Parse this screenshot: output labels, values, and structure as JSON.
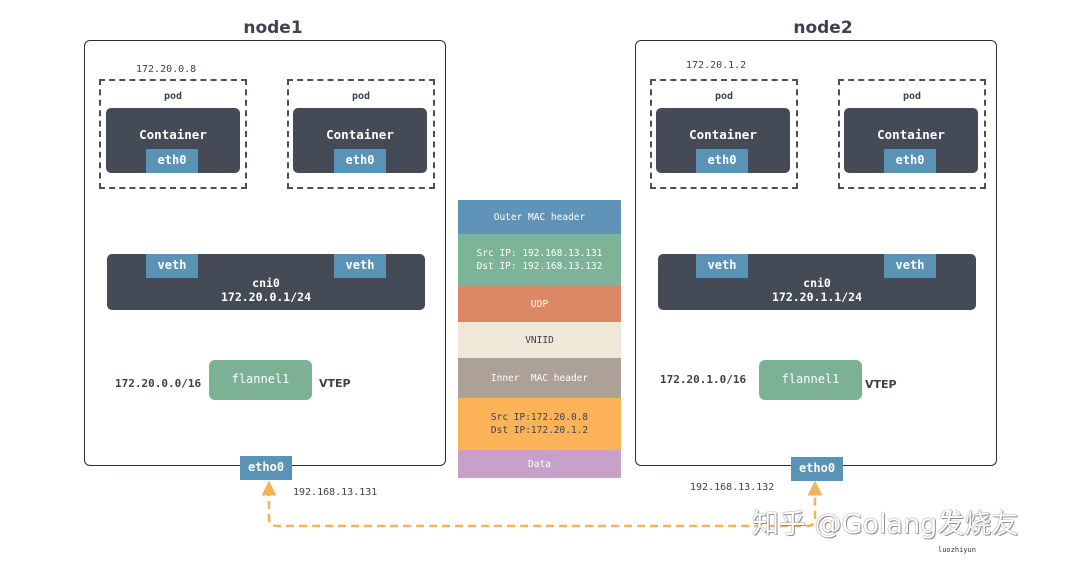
{
  "nodes": [
    {
      "title": "node1",
      "pods": [
        {
          "ip": "172.20.0.8",
          "label": "pod",
          "container": "Container",
          "iface": "eth0"
        },
        {
          "ip": "",
          "label": "pod",
          "container": "Container",
          "iface": "eth0"
        }
      ],
      "cni": {
        "name": "cni0",
        "cidr": "172.20.0.1/24",
        "veth_left": "veth",
        "veth_right": "veth"
      },
      "flannel": {
        "name": "flannel1",
        "subnet": "172.20.0.0/16",
        "role": "VTEP"
      },
      "eth": {
        "name": "etho0",
        "ip": "192.168.13.131"
      }
    },
    {
      "title": "node2",
      "pods": [
        {
          "ip": "172.20.1.2",
          "label": "pod",
          "container": "Container",
          "iface": "eth0"
        },
        {
          "ip": "",
          "label": "pod",
          "container": "Container",
          "iface": "eth0"
        }
      ],
      "cni": {
        "name": "cni0",
        "cidr": "172.20.1.1/24",
        "veth_left": "veth",
        "veth_right": "veth"
      },
      "flannel": {
        "name": "flannel1",
        "subnet": "172.20.1.0/16",
        "role": "VTEP"
      },
      "eth": {
        "name": "etho0",
        "ip": "192.168.13.132"
      }
    }
  ],
  "packet": [
    {
      "lines": [
        "Outer MAC header"
      ],
      "color": "#5f93b8",
      "text_color": "#ffffff"
    },
    {
      "lines": [
        "Src IP: 192.168.13.131",
        "Dst IP: 192.168.13.132"
      ],
      "color": "#7db497",
      "text_color": "#ffffff"
    },
    {
      "lines": [
        "UDP"
      ],
      "color": "#dd8865",
      "text_color": "#ffffff"
    },
    {
      "lines": [
        "VNIID"
      ],
      "color": "#f0e7d9",
      "text_color": "#3d424d"
    },
    {
      "lines": [
        "Inner  MAC header"
      ],
      "color": "#aca097",
      "text_color": "#ffffff"
    },
    {
      "lines": [
        "Src IP:172.20.0.8",
        "Dst IP:172.20.1.2"
      ],
      "color": "#fcb358",
      "text_color": "#3d424d"
    },
    {
      "lines": [
        "Data"
      ],
      "color": "#c6a2c9",
      "text_color": "#ffffff"
    }
  ],
  "colors": {
    "arrow_orange": "#f2b35c",
    "arrow_dark": "#3d424d"
  },
  "watermark": "知乎 @Golang发烧友",
  "author": "luozhiyun"
}
